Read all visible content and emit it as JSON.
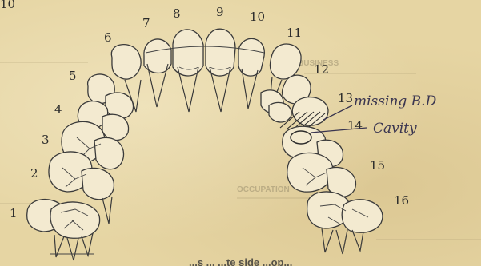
{
  "page_number": "10",
  "tooth_numbers": [
    "1",
    "2",
    "3",
    "4",
    "5",
    "6",
    "7",
    "8",
    "9",
    "10",
    "11",
    "12",
    "13",
    "14",
    "15",
    "16"
  ],
  "annotations": {
    "tooth13": "missing B.D",
    "tooth14": "Cavity"
  },
  "bleed_text": {
    "left_header": "BUSINESS",
    "right_header": "OCCUPATION",
    "bottom_caption": "...s    ...  ...te  side  ...op..."
  },
  "colors": {
    "paper": "#e6d5a3",
    "ink": "#2a2a2a",
    "annotation_ink": "#3a3550"
  }
}
